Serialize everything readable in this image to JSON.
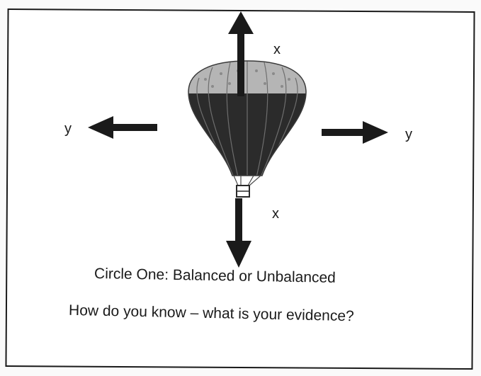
{
  "forces": {
    "top_label": "x",
    "bottom_label": "x",
    "left_label": "y",
    "right_label": "y"
  },
  "prompts": {
    "circle_one": "Circle One: Balanced or Unbalanced",
    "evidence": "How do you know – what is your evidence?"
  },
  "colors": {
    "ink": "#1a1a1a",
    "balloon_top": "#b5b5b5",
    "balloon_bottom": "#2b2b2b"
  }
}
